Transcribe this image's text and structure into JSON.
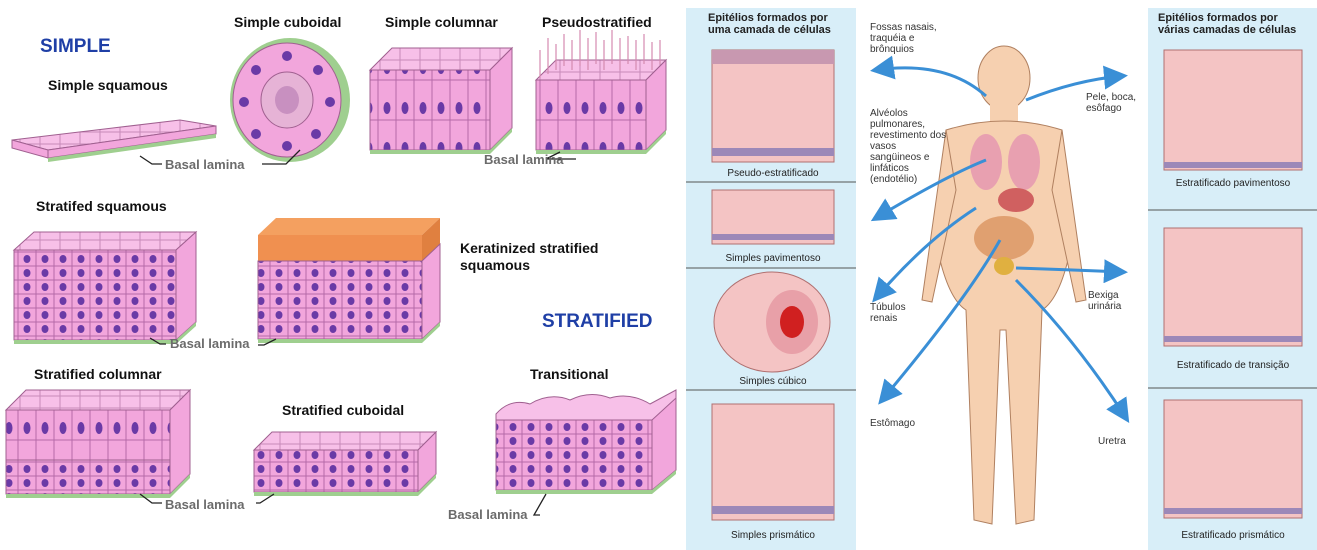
{
  "left": {
    "simple_heading": "SIMPLE",
    "stratified_heading": "STRATIFIED",
    "labels": {
      "simple_squamous": "Simple squamous",
      "simple_cuboidal": "Simple cuboidal",
      "simple_columnar": "Simple columnar",
      "pseudostratified": "Pseudostratified",
      "stratified_squamous": "Stratifed squamous",
      "keratinized": "Keratinized stratified squamous",
      "stratified_columnar": "Stratified columnar",
      "stratified_cuboidal": "Stratified cuboidal",
      "transitional": "Transitional"
    },
    "basal_lamina": "Basal lamina"
  },
  "right": {
    "col_left_title": "Epitélios formados por uma camada de células",
    "col_right_title": "Epitélios formados por várias camadas de células",
    "left_captions": [
      "Pseudo-estratificado",
      "Simples pavimentoso",
      "Simples cúbico",
      "Simples prismático"
    ],
    "right_captions": [
      "Estratificado pavimentoso",
      "Estratificado de transição",
      "Estratificado prismático"
    ],
    "organs": {
      "fossas": "Fossas nasais, traquéia e brônquios",
      "alveolos": "Alvéolos pulmonares, revestimento dos vasos sangüineos e linfáticos (endotélio)",
      "tubulos": "Túbulos renais",
      "estomago": "Estômago",
      "pele": "Pele, boca, esôfago",
      "bexiga": "Bexiga urinária",
      "uretra": "Uretra"
    }
  },
  "colors": {
    "cell_pink": "#f2a6dc",
    "nucleus": "#6a3aa6",
    "basal": "#9fcf8f",
    "heading_blue": "#1f3fa6",
    "arrow_blue": "#3a8fd6",
    "panel_blue": "#d8eef8",
    "tissue_pink": "#f4c4c4"
  }
}
